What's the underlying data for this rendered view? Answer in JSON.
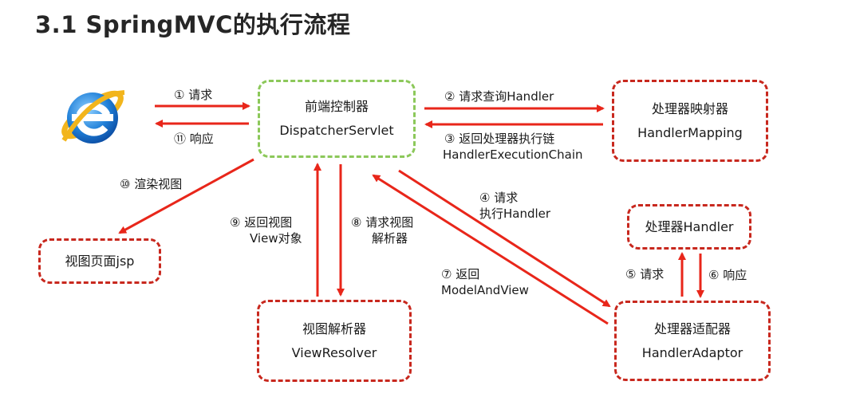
{
  "title": "3.1 SpringMVC的执行流程",
  "browser": {
    "icon": "internet-explorer-icon"
  },
  "nodes": {
    "dispatcher": {
      "line1": "前端控制器",
      "line2": "DispatcherServlet"
    },
    "handler_mapping": {
      "line1": "处理器映射器",
      "line2": "HandlerMapping"
    },
    "handler": {
      "line1": "处理器Handler"
    },
    "handler_adaptor": {
      "line1": "处理器适配器",
      "line2": "HandlerAdaptor"
    },
    "view_resolver": {
      "line1": "视图解析器",
      "line2": "ViewResolver"
    },
    "view_page": {
      "line1": "视图页面jsp"
    }
  },
  "steps": {
    "s1": "① 请求",
    "s11": "⑪ 响应",
    "s2": "② 请求查询Handler",
    "s3a": "③ 返回处理器执行链",
    "s3b": "HandlerExecutionChain",
    "s10": "⑩ 渲染视图",
    "s9a": "⑨ 返回视图",
    "s9b": "View对象",
    "s8a": "⑧ 请求视图",
    "s8b": "解析器",
    "s4a": "④ 请求",
    "s4b": "执行Handler",
    "s7a": "⑦ 返回",
    "s7b": "ModelAndView",
    "s5": "⑤ 请求",
    "s6": "⑥ 响应"
  },
  "colors": {
    "arrow": "#e8261a",
    "node_border": "#c8281e",
    "dispatcher_border": "#8cc85a"
  }
}
